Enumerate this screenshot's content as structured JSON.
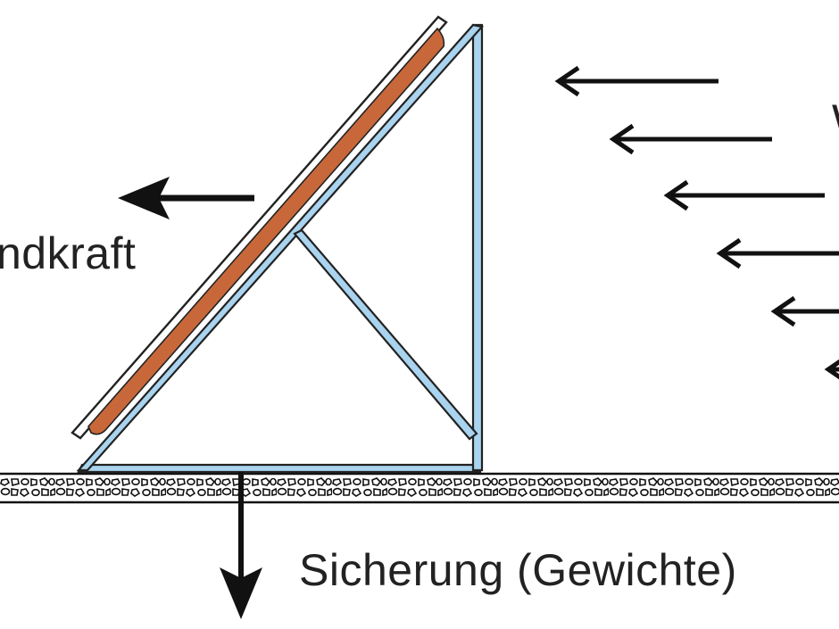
{
  "labels": {
    "wind_force_partial": "ndkraft",
    "anchoring": "Sicherung (Gewichte)",
    "cut_off_letter": "W"
  },
  "colors": {
    "frame_fill": "#a9d3ee",
    "frame_stroke": "#222222",
    "panel_fill": "#c8683a",
    "panel_frame": "#ffffff",
    "arrow": "#111111",
    "ground_line": "#111111",
    "background": "#ffffff"
  },
  "wind_arrows": {
    "count": 6
  }
}
